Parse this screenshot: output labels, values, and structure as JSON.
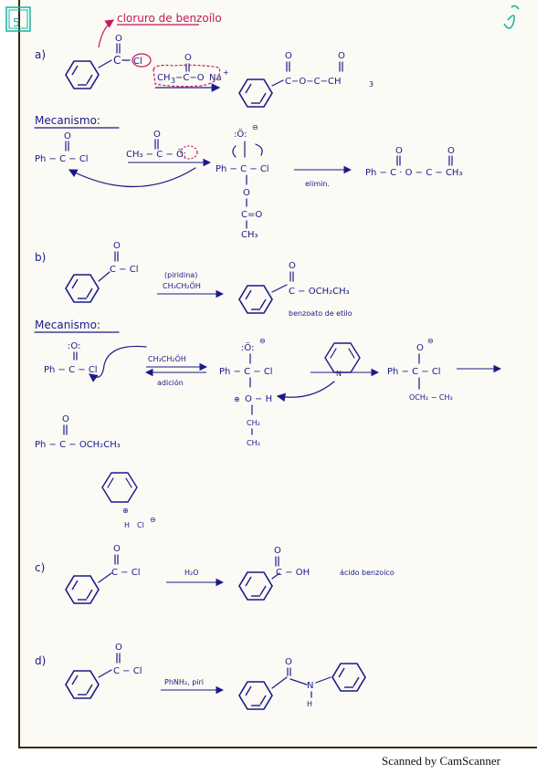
{
  "problem_number": "5",
  "part_a": {
    "label": "a)",
    "annotation": "cloruro de benzoílo",
    "reagent_chain": "CH",
    "reagent_sub": "3",
    "reagent_mid": "−C−O",
    "reagent_na": "Na",
    "reagent_charge": "+",
    "product_chain": "C−O−C−CH",
    "product_sub": "3"
  },
  "mecanismo_1": {
    "title": "Mecanismo:",
    "start": "Ph − C − Cl",
    "nucleophile": "CH₃ − C − Ö:",
    "intermediate_ph": "Ph − C − Cl",
    "intermediate_chain": [
      "O",
      "C=O",
      "CH₃"
    ],
    "arrow_label": "elimin.",
    "product": "Ph − C · O − C − CH₃"
  },
  "part_b": {
    "label": "b)",
    "acyl": "C − Cl",
    "condition_1": "(piridina)",
    "condition_2": "CH₃CH₂ÖH",
    "product": "C − OCH₂CH₃",
    "product_name": "benzoato de etilo"
  },
  "mecanismo_2": {
    "title": "Mecanismo:",
    "start": "Ph − C − Cl",
    "reagent": "CH₃CH₂ÖH",
    "step_label": "adición",
    "intermediate": "Ph − C − Cl",
    "intermediate_oxonium": "O − H",
    "intermediate_chain": [
      "CH₂",
      "CH₃"
    ],
    "base": "N",
    "next": "Ph − C − Cl",
    "next_sub": "OCH₂ − CH₃",
    "final": "Ph − C − OCH₂CH₃",
    "pyridinium_H": "H",
    "pyridinium_Cl": "Cl"
  },
  "part_c": {
    "label": "c)",
    "acyl": "C − Cl",
    "reagent": "H₂O",
    "product": "C − OH",
    "product_name": "ácido benzoico"
  },
  "part_d": {
    "label": "d)",
    "acyl": "C − Cl",
    "reagent": "PhNH₂, piri",
    "amide_N": "N",
    "amide_H": "H"
  },
  "footer": "Scanned by CamScanner",
  "colors": {
    "ink": "#1a1a8a",
    "annotation": "#c2185b",
    "corner_mark": "#1ab0a0",
    "box": "#1ab0a0"
  }
}
